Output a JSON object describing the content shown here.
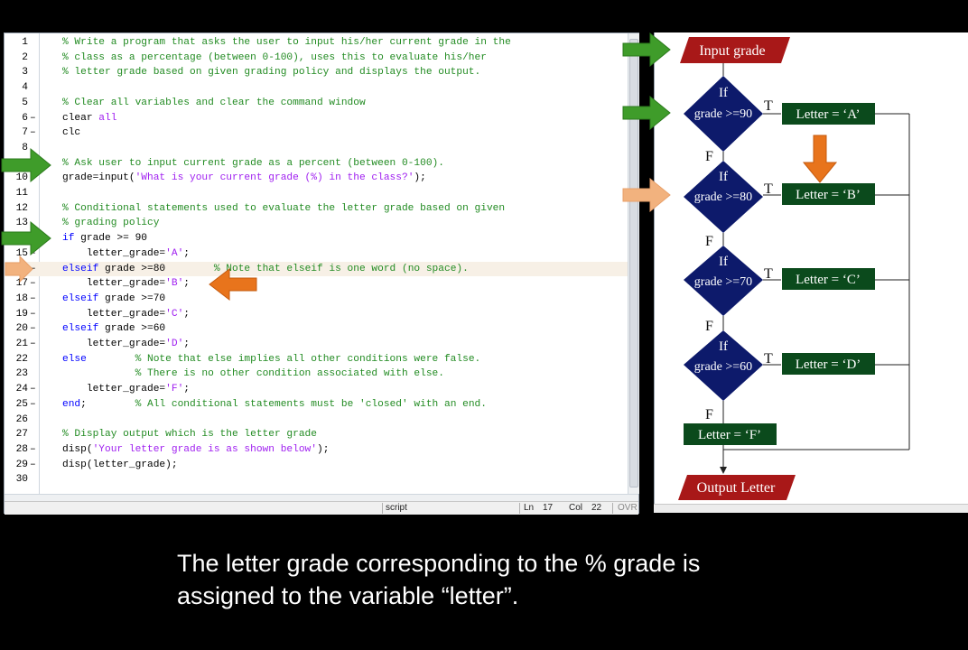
{
  "editor": {
    "lines": [
      {
        "num": "1",
        "dash": "",
        "segs": [
          {
            "c": "cm",
            "t": "% Write a program that asks the user to input his/her current grade in the"
          }
        ]
      },
      {
        "num": "2",
        "dash": "",
        "segs": [
          {
            "c": "cm",
            "t": "% class as a percentage (between 0-100), uses this to evaluate his/her"
          }
        ]
      },
      {
        "num": "3",
        "dash": "",
        "segs": [
          {
            "c": "cm",
            "t": "% letter grade based on given grading policy and displays the output."
          }
        ]
      },
      {
        "num": "4",
        "dash": "",
        "segs": []
      },
      {
        "num": "5",
        "dash": "",
        "segs": [
          {
            "c": "cm",
            "t": "% Clear all variables and clear the command window"
          }
        ]
      },
      {
        "num": "6",
        "dash": "–",
        "segs": [
          {
            "c": "pl",
            "t": "clear "
          },
          {
            "c": "st",
            "t": "all"
          }
        ]
      },
      {
        "num": "7",
        "dash": "–",
        "segs": [
          {
            "c": "pl",
            "t": "clc"
          }
        ]
      },
      {
        "num": "8",
        "dash": "",
        "segs": []
      },
      {
        "num": "9",
        "dash": "",
        "segs": [
          {
            "c": "cm",
            "t": "% Ask user to input current grade as a percent (between 0-100)."
          }
        ]
      },
      {
        "num": "10",
        "dash": "–",
        "segs": [
          {
            "c": "pl",
            "t": "grade=input("
          },
          {
            "c": "st",
            "t": "'What is your current grade (%) in the class?'"
          },
          {
            "c": "pl",
            "t": ");"
          }
        ]
      },
      {
        "num": "11",
        "dash": "",
        "segs": []
      },
      {
        "num": "12",
        "dash": "",
        "segs": [
          {
            "c": "cm",
            "t": "% Conditional statements used to evaluate the letter grade based on given"
          }
        ]
      },
      {
        "num": "13",
        "dash": "",
        "segs": [
          {
            "c": "cm",
            "t": "% grading policy"
          }
        ]
      },
      {
        "num": "14",
        "dash": "–",
        "segs": [
          {
            "c": "kw",
            "t": "if"
          },
          {
            "c": "pl",
            "t": " grade >= 90"
          }
        ]
      },
      {
        "num": "15",
        "dash": "–",
        "segs": [
          {
            "c": "pl",
            "t": "    letter_grade="
          },
          {
            "c": "st",
            "t": "'A'"
          },
          {
            "c": "pl",
            "t": ";"
          }
        ]
      },
      {
        "num": "16",
        "dash": "–",
        "segs": [
          {
            "c": "kw",
            "t": "elseif"
          },
          {
            "c": "pl",
            "t": " grade >=80        "
          },
          {
            "c": "cm",
            "t": "% Note that elseif is one word (no space)."
          }
        ]
      },
      {
        "num": "17",
        "dash": "–",
        "segs": [
          {
            "c": "pl",
            "t": "    letter_grade="
          },
          {
            "c": "st",
            "t": "'B'"
          },
          {
            "c": "pl",
            "t": ";"
          }
        ]
      },
      {
        "num": "18",
        "dash": "–",
        "segs": [
          {
            "c": "kw",
            "t": "elseif"
          },
          {
            "c": "pl",
            "t": " grade >=70"
          }
        ]
      },
      {
        "num": "19",
        "dash": "–",
        "segs": [
          {
            "c": "pl",
            "t": "    letter_grade="
          },
          {
            "c": "st",
            "t": "'C'"
          },
          {
            "c": "pl",
            "t": ";"
          }
        ]
      },
      {
        "num": "20",
        "dash": "–",
        "segs": [
          {
            "c": "kw",
            "t": "elseif"
          },
          {
            "c": "pl",
            "t": " grade >=60"
          }
        ]
      },
      {
        "num": "21",
        "dash": "–",
        "segs": [
          {
            "c": "pl",
            "t": "    letter_grade="
          },
          {
            "c": "st",
            "t": "'D'"
          },
          {
            "c": "pl",
            "t": ";"
          }
        ]
      },
      {
        "num": "22",
        "dash": "",
        "segs": [
          {
            "c": "kw",
            "t": "else"
          },
          {
            "c": "pl",
            "t": "        "
          },
          {
            "c": "cm",
            "t": "% Note that else implies all other conditions were false."
          }
        ]
      },
      {
        "num": "23",
        "dash": "",
        "segs": [
          {
            "c": "pl",
            "t": "            "
          },
          {
            "c": "cm",
            "t": "% There is no other condition associated with else."
          }
        ]
      },
      {
        "num": "24",
        "dash": "–",
        "segs": [
          {
            "c": "pl",
            "t": "    letter_grade="
          },
          {
            "c": "st",
            "t": "'F'"
          },
          {
            "c": "pl",
            "t": ";"
          }
        ]
      },
      {
        "num": "25",
        "dash": "–",
        "segs": [
          {
            "c": "kw",
            "t": "end"
          },
          {
            "c": "pl",
            "t": ";        "
          },
          {
            "c": "cm",
            "t": "% All conditional statements must be 'closed' with an end."
          }
        ]
      },
      {
        "num": "26",
        "dash": "",
        "segs": []
      },
      {
        "num": "27",
        "dash": "",
        "segs": [
          {
            "c": "cm",
            "t": "% Display output which is the letter grade"
          }
        ]
      },
      {
        "num": "28",
        "dash": "–",
        "segs": [
          {
            "c": "pl",
            "t": "disp("
          },
          {
            "c": "st",
            "t": "'Your letter grade is as shown below'"
          },
          {
            "c": "pl",
            "t": ");"
          }
        ]
      },
      {
        "num": "29",
        "dash": "–",
        "segs": [
          {
            "c": "pl",
            "t": "disp(letter_grade);"
          }
        ]
      },
      {
        "num": "30",
        "dash": "",
        "segs": []
      }
    ]
  },
  "status": {
    "mode": "script",
    "ln_label": "Ln",
    "ln_value": "17",
    "col_label": "Col",
    "col_value": "22",
    "ovr": "OVR"
  },
  "flowchart": {
    "input": "Input grade",
    "output": "Output Letter",
    "if_label": "If",
    "true_label": "T",
    "false_label": "F",
    "conds": [
      "grade >=90",
      "grade >=80",
      "grade >=70",
      "grade >=60"
    ],
    "letters": [
      "Letter = ‘A’",
      "Letter = ‘B’",
      "Letter = ‘C’",
      "Letter = ‘D’"
    ],
    "else_letter": "Letter = ‘F’",
    "colors": {
      "decision": "#0d1a6b",
      "letter_box": "#0b4a1c",
      "io_box": "#a81818",
      "green_arrow": "#3f9c2a",
      "orange_arrow": "#e8741c",
      "faded_arrow": "#f2b27e"
    }
  },
  "subtitle": {
    "line1": "The letter grade corresponding to the % grade is",
    "line2": "assigned to the variable “letter”."
  }
}
